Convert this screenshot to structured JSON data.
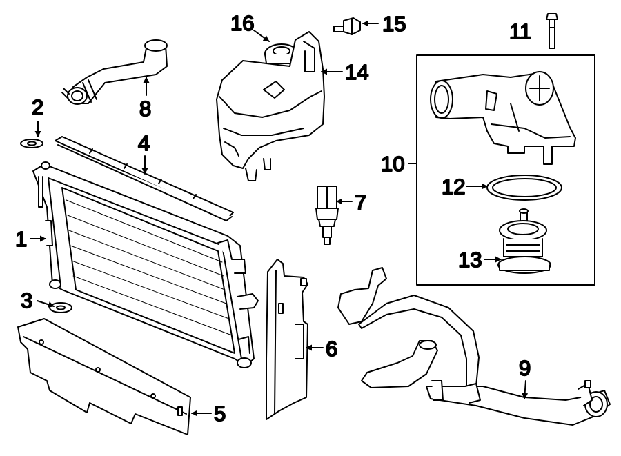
{
  "colors": {
    "line": "#000000",
    "fill": "#ffffff"
  },
  "callouts": {
    "c1": "1",
    "c2": "2",
    "c3": "3",
    "c4": "4",
    "c5": "5",
    "c6": "6",
    "c7": "7",
    "c8": "8",
    "c9": "9",
    "c10": "10",
    "c11": "11",
    "c12": "12",
    "c13": "13",
    "c14": "14",
    "c15": "15",
    "c16": "16"
  }
}
